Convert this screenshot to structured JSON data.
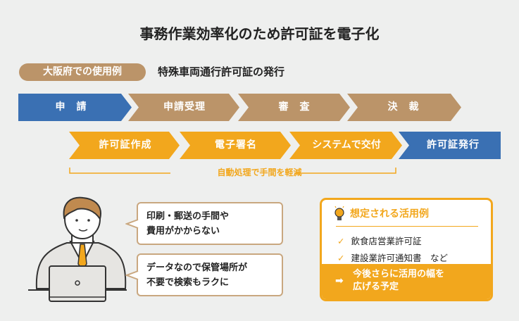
{
  "title": "事務作業効率化のため許可証を電子化",
  "example_badge": "大阪府での使用例",
  "example_subtitle": "特殊車両通行許可証の発行",
  "flow_row1": [
    "申　請",
    "申請受理",
    "審　査",
    "決　裁"
  ],
  "flow_row2": [
    "許可証作成",
    "電子署名",
    "システムで交付",
    "許可証発行"
  ],
  "bracket_label": "自動処理で手間を軽減",
  "bubbles": [
    {
      "line1": "印刷・郵送の手間や",
      "line2": "費用がかからない"
    },
    {
      "line1": "データなので保管場所が",
      "line2": "不要で検索もラクに"
    }
  ],
  "card": {
    "title": "想定される活用例",
    "items": [
      "飲食店営業許可証",
      "建設業許可通知書　など"
    ],
    "footer_line1": "今後さらに活用の幅を",
    "footer_line2": "広げる予定",
    "icon": "lightbulb-icon"
  },
  "colors": {
    "blue": "#3a70b3",
    "brown": "#bb9469",
    "orange": "#f2a71d",
    "background": "#eeefee"
  }
}
